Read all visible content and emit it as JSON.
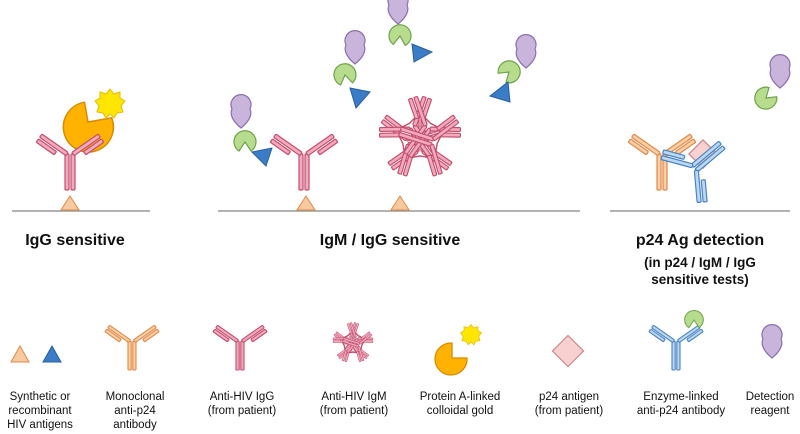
{
  "panels": [
    {
      "title": "IgG sensitive"
    },
    {
      "title": "IgM / IgG sensitive"
    },
    {
      "title": "p24 Ag detection",
      "subtitle": [
        "(in p24 / IgM / IgG",
        "sensitive tests)"
      ]
    }
  ],
  "legend": [
    {
      "icon": "antigen-triangles-icon",
      "label": [
        "Synthetic or",
        "recombinant",
        "HIV antigens"
      ]
    },
    {
      "icon": "monoclonal-antibody-icon",
      "label": [
        "Monoclonal",
        "anti-p24",
        "antibody"
      ]
    },
    {
      "icon": "igg-antibody-icon",
      "label": [
        "Anti-HIV IgG",
        "(from patient)"
      ]
    },
    {
      "icon": "igm-pentamer-icon",
      "label": [
        "Anti-HIV IgM",
        "(from patient)"
      ]
    },
    {
      "icon": "gold-conjugate-icon",
      "label": [
        "Protein A-linked",
        "colloidal gold"
      ]
    },
    {
      "icon": "p24-antigen-icon",
      "label": [
        "p24 antigen",
        "(from patient)"
      ]
    },
    {
      "icon": "enzyme-antibody-icon",
      "label": [
        "Enzyme-linked",
        "anti-p24 antibody"
      ]
    },
    {
      "icon": "detection-reagent-icon",
      "label": [
        "Detection",
        "reagent"
      ]
    }
  ],
  "colors": {
    "igg_fill": "#f4a9bd",
    "igg_stroke": "#c0506e",
    "mono_fill": "#fbcfa6",
    "mono_stroke": "#e0894a",
    "enzyme_fill": "#bcd7f2",
    "enzyme_stroke": "#4a84c4",
    "gold_fill": "#ffb300",
    "gold_stroke": "#d98a00",
    "sun_fill": "#ffe600",
    "sun_stroke": "#e8b800",
    "antigen_orange": "#f9c9a0",
    "antigen_blue": "#3a7cc6",
    "p24_fill": "#f7d0cf",
    "p24_stroke": "#c98888",
    "green_fill": "#b8dc8e",
    "green_stroke": "#6ea34a",
    "reagent_fill": "#c9b4dc",
    "reagent_stroke": "#8a6fae",
    "baseline": "#9a9a9a"
  }
}
